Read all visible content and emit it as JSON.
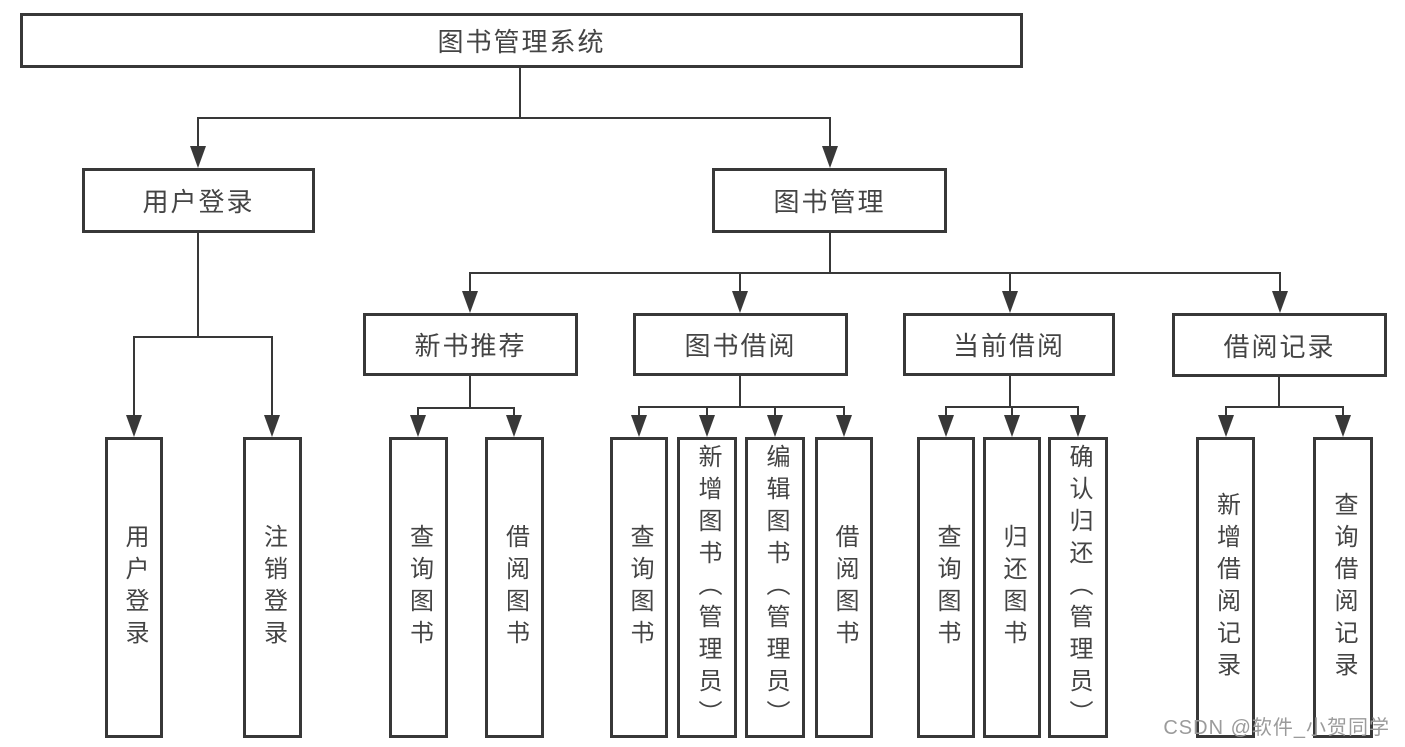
{
  "tree": {
    "root": {
      "label": "图书管理系统",
      "children": [
        {
          "label": "用户登录",
          "children": [
            {
              "label": "用户登录"
            },
            {
              "label": "注销登录"
            }
          ]
        },
        {
          "label": "图书管理",
          "children": [
            {
              "label": "新书推荐",
              "children": [
                {
                  "label": "查询图书"
                },
                {
                  "label": "借阅图书"
                }
              ]
            },
            {
              "label": "图书借阅",
              "children": [
                {
                  "label": "查询图书"
                },
                {
                  "label": "新增图书（管理员）"
                },
                {
                  "label": "编辑图书（管理员）"
                },
                {
                  "label": "借阅图书"
                }
              ]
            },
            {
              "label": "当前借阅",
              "children": [
                {
                  "label": "查询图书"
                },
                {
                  "label": "归还图书"
                },
                {
                  "label": "确认归还（管理员）"
                }
              ]
            },
            {
              "label": "借阅记录",
              "children": [
                {
                  "label": "新增借阅记录"
                },
                {
                  "label": "查询借阅记录"
                }
              ]
            }
          ]
        }
      ]
    }
  },
  "watermark": {
    "text": "CSDN @软件_小贺同学"
  },
  "colors": {
    "line": "#383838",
    "box_border": "#383838",
    "box_fill": "#ffffff",
    "text": "#444444",
    "watermark": "#9b9b9b",
    "background": "#ffffff"
  }
}
